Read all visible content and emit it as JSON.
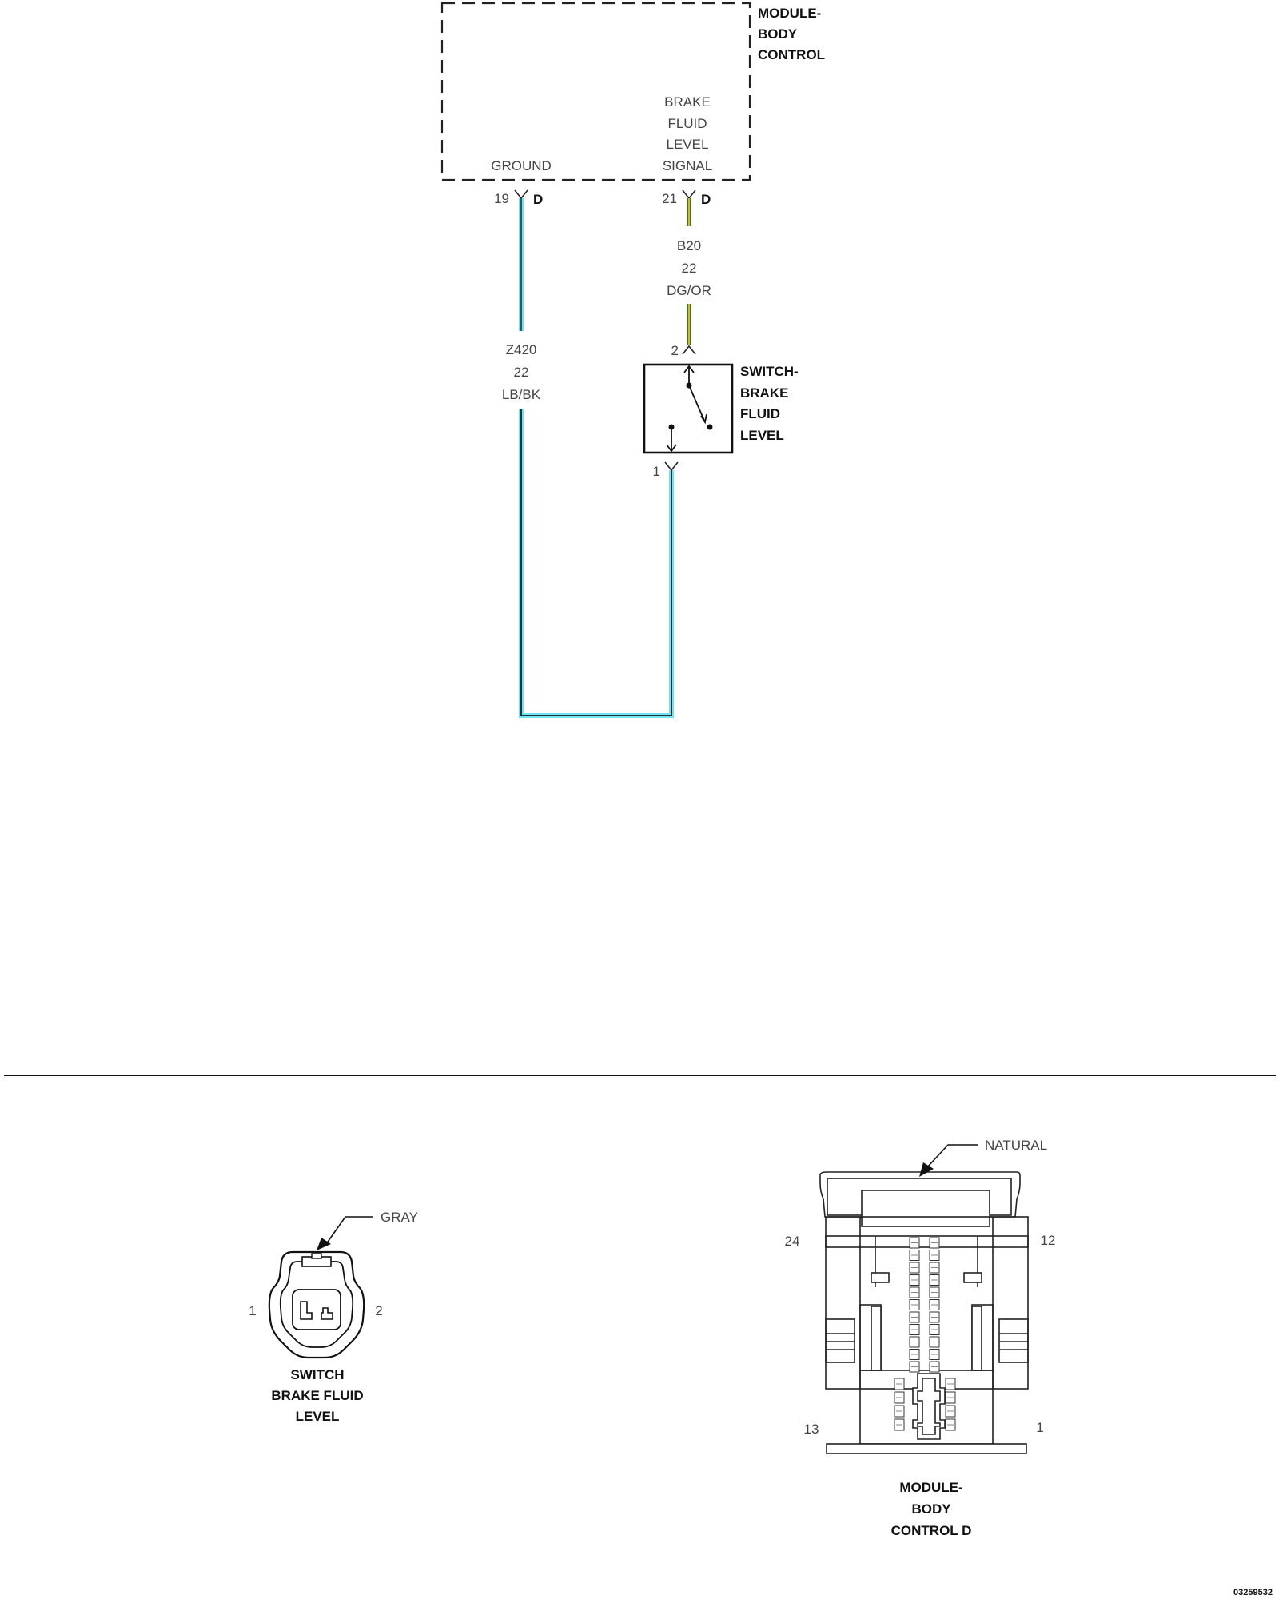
{
  "module": {
    "title_lines": [
      "MODULE-",
      "BODY",
      "CONTROL"
    ],
    "ground_label": "GROUND",
    "signal_lines": [
      "BRAKE",
      "FLUID",
      "LEVEL",
      "SIGNAL"
    ],
    "pin_ground": "19",
    "pin_signal": "21",
    "connector_ground": "D",
    "connector_signal": "D"
  },
  "wires": {
    "signal": {
      "circuit": "B20",
      "gauge": "22",
      "color": "DG/OR",
      "hex_main": "#2e7d32",
      "hex_stripe": "#f5a623"
    },
    "ground": {
      "circuit": "Z420",
      "gauge": "22",
      "color": "LB/BK",
      "hex_main": "#6fe3f0",
      "hex_stripe": "#263238"
    }
  },
  "switch": {
    "title_lines": [
      "SWITCH-",
      "BRAKE",
      "FLUID",
      "LEVEL"
    ],
    "pin_top": "2",
    "pin_bottom": "1"
  },
  "connectors": {
    "switch_view": {
      "color_label": "GRAY",
      "pin_left": "1",
      "pin_right": "2",
      "name_lines": [
        "SWITCH",
        "BRAKE FLUID",
        "LEVEL"
      ]
    },
    "module_view": {
      "color_label": "NATURAL",
      "pin_top_left": "24",
      "pin_top_right": "12",
      "pin_bottom_left": "13",
      "pin_bottom_right": "1",
      "name_lines": [
        "MODULE-",
        "BODY",
        "CONTROL D"
      ]
    }
  },
  "figure_id": "03259532"
}
